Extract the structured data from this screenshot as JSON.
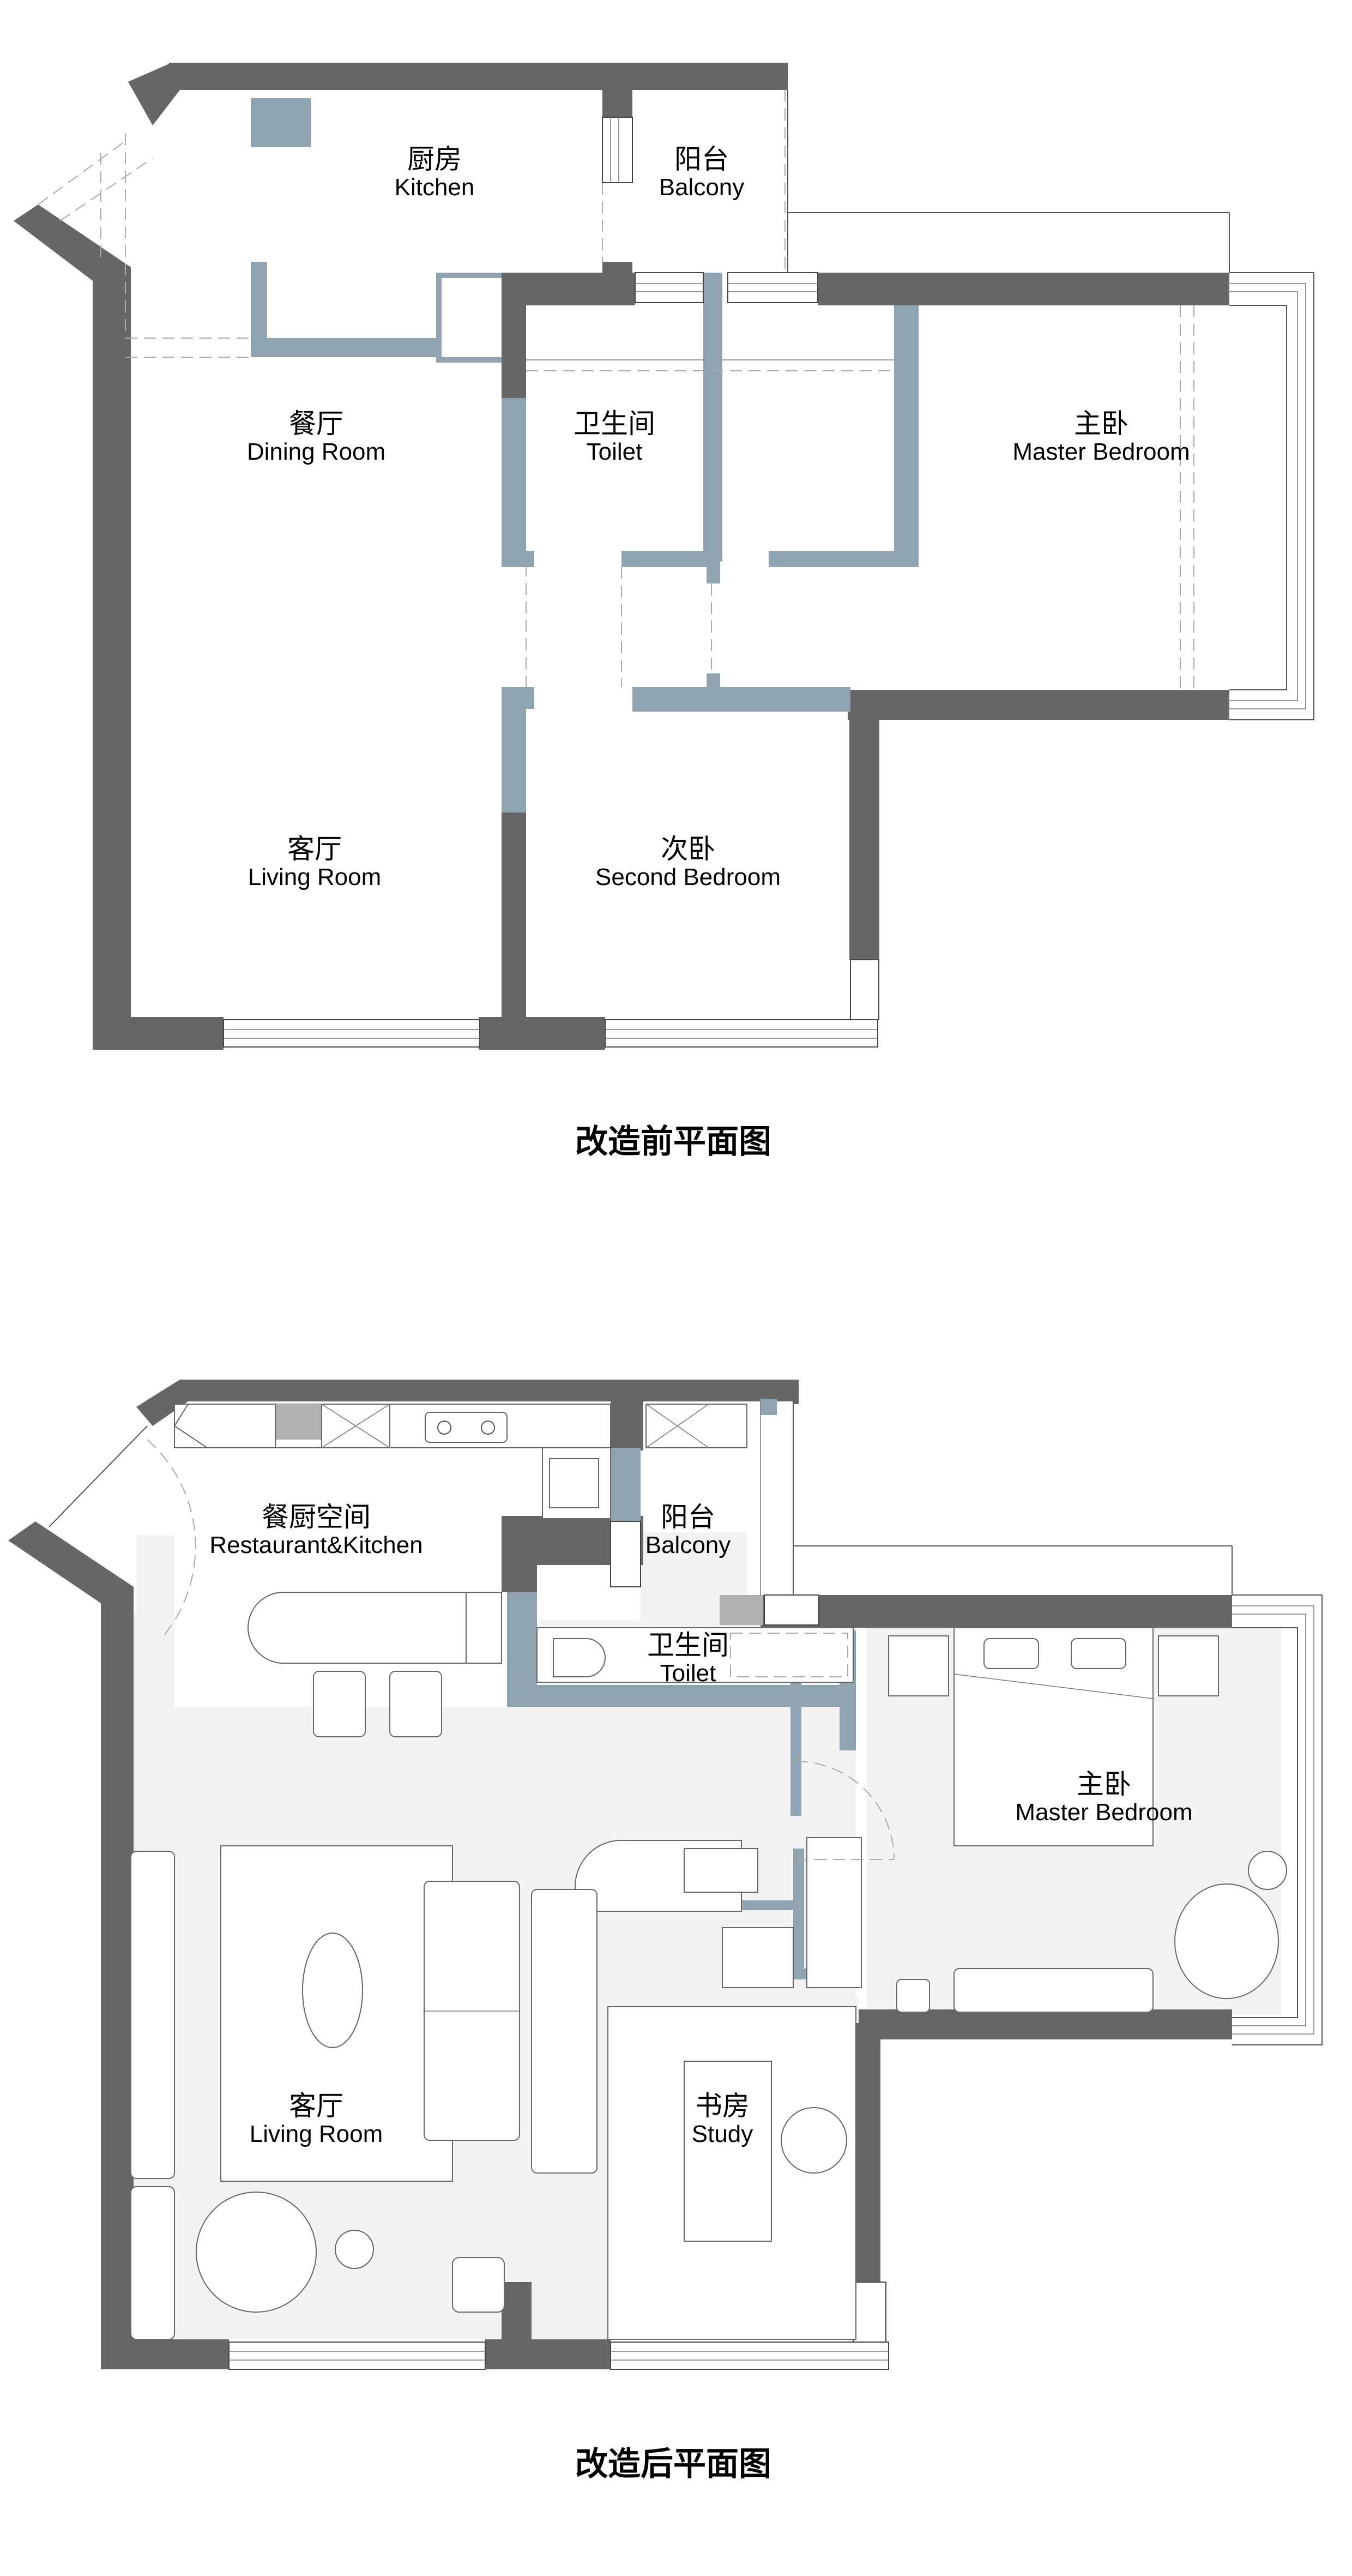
{
  "before_plan": {
    "caption": "改造前平面图",
    "rooms": [
      {
        "zh": "厨房",
        "en": "Kitchen"
      },
      {
        "zh": "阳台",
        "en": "Balcony"
      },
      {
        "zh": "餐厅",
        "en": "Dining Room"
      },
      {
        "zh": "卫生间",
        "en": "Toilet"
      },
      {
        "zh": "主卧",
        "en": "Master Bedroom"
      },
      {
        "zh": "客厅",
        "en": "Living Room"
      },
      {
        "zh": "次卧",
        "en": "Second Bedroom"
      }
    ]
  },
  "after_plan": {
    "caption": "改造后平面图",
    "rooms": [
      {
        "zh": "餐厨空间",
        "en": "Restaurant&Kitchen"
      },
      {
        "zh": "阳台",
        "en": "Balcony"
      },
      {
        "zh": "卫生间",
        "en": "Toilet"
      },
      {
        "zh": "主卧",
        "en": "Master Bedroom"
      },
      {
        "zh": "客厅",
        "en": "Living Room"
      },
      {
        "zh": "书房",
        "en": "Study"
      }
    ]
  },
  "legend_colors": {
    "structural_wall": "#666666",
    "partition_wall": "#8fa3b0",
    "floor": "#f3f3f3"
  }
}
